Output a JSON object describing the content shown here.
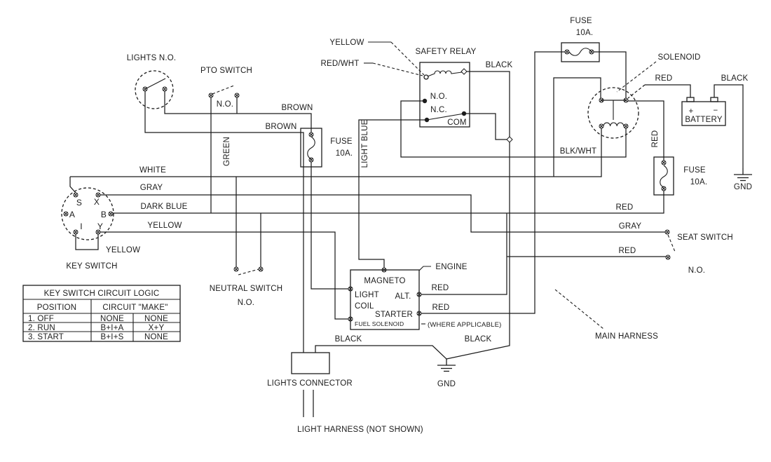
{
  "diagram": {
    "colors": {
      "line": "#1c1c1c",
      "background": "#ffffff"
    },
    "labels": {
      "lights_no": "LIGHTS N.O.",
      "pto_switch": "PTO SWITCH",
      "pto_no": "N.O.",
      "brown_1": "BROWN",
      "brown_2": "BROWN",
      "fuse_left_line1": "FUSE",
      "fuse_left_line2": "10A.",
      "fuse_top_line1": "FUSE",
      "fuse_top_line2": "10A.",
      "fuse_right_line1": "FUSE",
      "fuse_right_line2": "10A.",
      "green": "GREEN",
      "white": "WHITE",
      "gray": "GRAY",
      "dark_blue": "DARK BLUE",
      "yellow": "YELLOW",
      "yellow_jumper": "YELLOW",
      "key_switch": "KEY SWITCH",
      "neutral_switch": "NEUTRAL SWITCH",
      "neutral_no": "N.O.",
      "yellow_top": "YELLOW",
      "red_wht": "RED/WHT",
      "light_blue": "LIGHT BLUE",
      "safety_relay": "SAFETY RELAY",
      "relay_black": "BLACK",
      "relay_no": "N.O.",
      "relay_nc": "N.C.",
      "relay_com": "COM",
      "solenoid": "SOLENOID",
      "red_battery": "RED",
      "black_battery": "BLACK",
      "battery": "BATTERY",
      "battery_plus": "+",
      "battery_minus": "−",
      "gnd_right": "GND",
      "blk_wht": "BLK/WHT",
      "red_vertical": "RED",
      "red_main": "RED",
      "gray_seat": "GRAY",
      "red_seat": "RED",
      "seat_switch": "SEAT SWITCH",
      "seat_no": "N.O.",
      "main_harness": "MAIN HARNESS",
      "engine": "ENGINE",
      "magneto": "MAGNETO",
      "light": "LIGHT",
      "coil": "COIL",
      "alt": "ALT.",
      "starter": "STARTER",
      "fuel_solenoid": "FUEL SOLENOID",
      "where_applicable": "(WHERE APPLICABLE)",
      "red_alt": "RED",
      "red_starter": "RED",
      "black_bottom_left": "BLACK",
      "black_bottom_right": "BLACK",
      "gnd_bottom": "GND",
      "lights_connector": "LIGHTS CONNECTOR",
      "light_harness": "LIGHT HARNESS (NOT SHOWN)"
    },
    "key_switch": {
      "terminals": [
        "S",
        "X",
        "A",
        "B",
        "I",
        "Y"
      ]
    },
    "logic_table": {
      "title": "KEY SWITCH CIRCUIT LOGIC",
      "header_position": "POSITION",
      "header_circuit": "CIRCUIT \"MAKE\"",
      "rows": [
        [
          "1. OFF",
          "NONE",
          "NONE"
        ],
        [
          "2. RUN",
          "B+I+A",
          "X+Y"
        ],
        [
          "3. START",
          "B+I+S",
          "NONE"
        ]
      ]
    }
  }
}
